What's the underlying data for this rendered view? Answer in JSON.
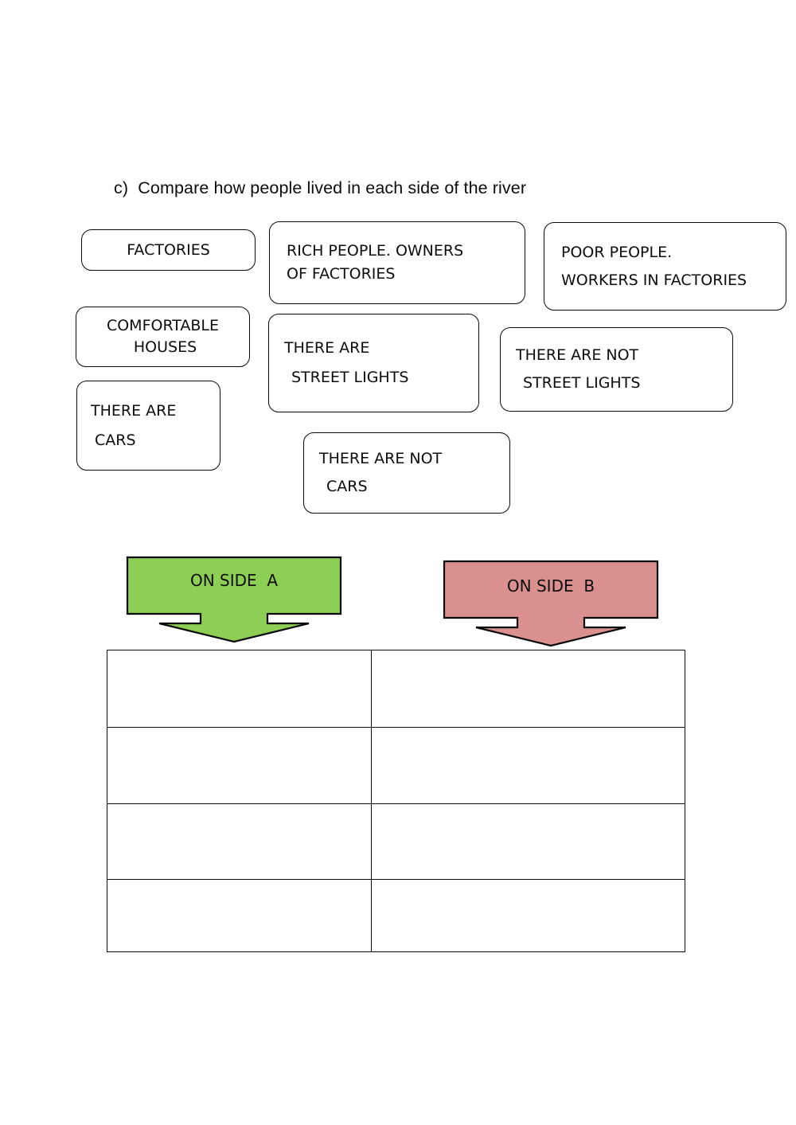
{
  "page": {
    "background_color": "#ffffff",
    "heading": "c)  Compare how people lived in each side of the river"
  },
  "word_bank": {
    "cards": [
      {
        "id": "factories",
        "lines": [
          "FACTORIES"
        ]
      },
      {
        "id": "rich",
        "lines": [
          "RICH PEOPLE. OWNERS",
          "OF FACTORIES"
        ]
      },
      {
        "id": "poor",
        "lines": [
          "POOR PEOPLE.",
          "WORKERS IN FACTORIES"
        ]
      },
      {
        "id": "houses",
        "lines": [
          "COMFORTABLE",
          "HOUSES"
        ]
      },
      {
        "id": "lights-yes",
        "lines": [
          "THERE ARE",
          "STREET LIGHTS"
        ]
      },
      {
        "id": "lights-no",
        "lines": [
          "THERE ARE NOT",
          "STREET LIGHTS"
        ]
      },
      {
        "id": "cars-yes",
        "lines": [
          "THERE ARE",
          "CARS"
        ]
      },
      {
        "id": "cars-no",
        "lines": [
          "THERE ARE NOT",
          "CARS"
        ]
      }
    ]
  },
  "arrows": [
    {
      "id": "side-a",
      "label": "ON SIDE  A",
      "fill_color": "#8DCE54",
      "border_color": "#0a0a0a",
      "icon": "down-arrow-icon"
    },
    {
      "id": "side-b",
      "label": "ON SIDE  B",
      "fill_color": "#DB9090",
      "border_color": "#0a0a0a",
      "icon": "down-arrow-icon"
    }
  ],
  "answer_table": {
    "columns": [
      "",
      ""
    ],
    "rows": [
      [
        "",
        ""
      ],
      [
        "",
        ""
      ],
      [
        "",
        ""
      ],
      [
        "",
        ""
      ]
    ],
    "border_color": "#0a0a0a"
  }
}
